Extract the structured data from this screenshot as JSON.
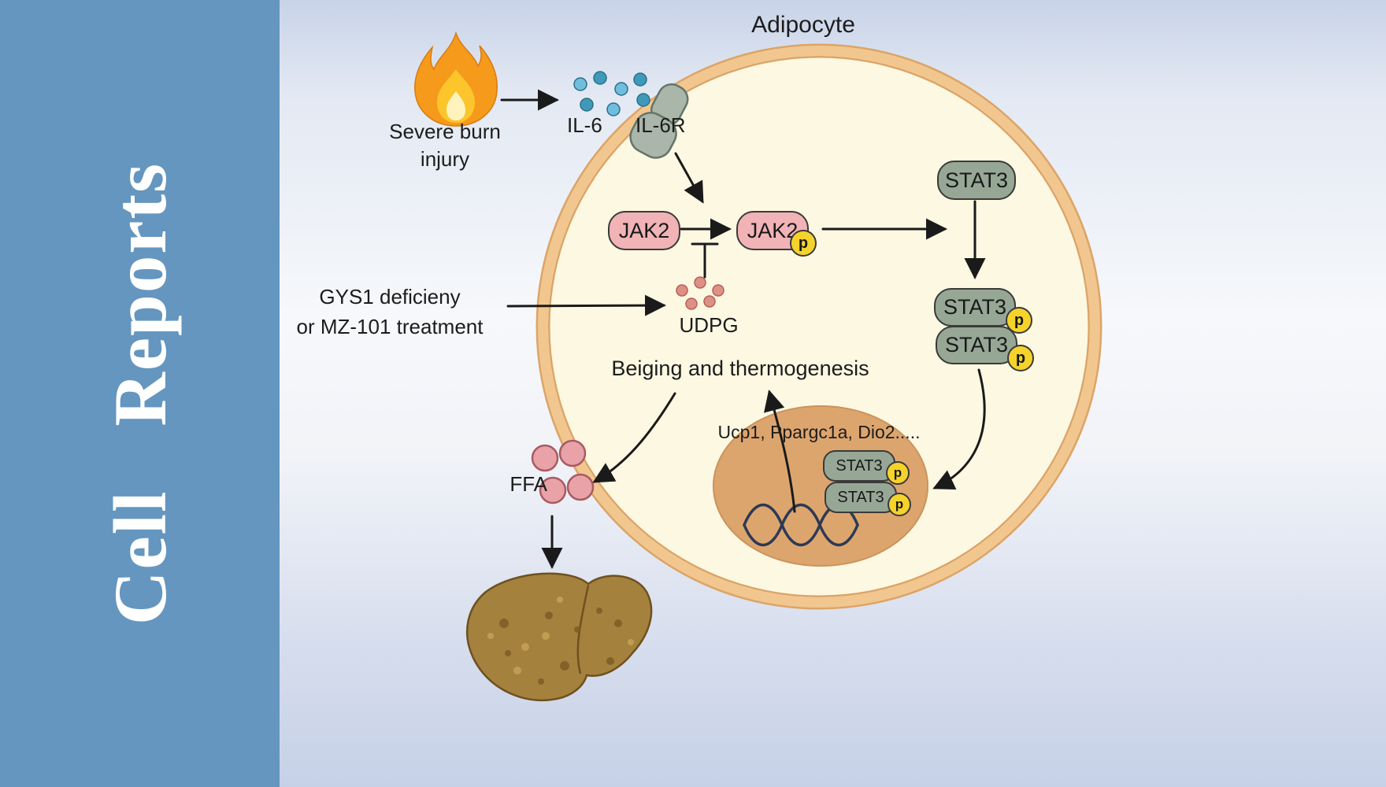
{
  "journal": {
    "name": "Cell Reports"
  },
  "cell": {
    "label": "Adipocyte"
  },
  "labels": {
    "severe_burn_line1": "Severe burn",
    "severe_burn_line2": "injury",
    "il6": "IL-6",
    "il6r": "IL-6R",
    "jak2": "JAK2",
    "phospho": "p",
    "stat3": "STAT3",
    "gys1_line1": "GYS1 deficieny",
    "gys1_line2": "or MZ-101 treatment",
    "udpg": "UDPG",
    "beiging": "Beiging and thermogenesis",
    "genes": "Ucp1, Ppargc1a, Dio2.....",
    "ffa": "FFA"
  },
  "colors": {
    "sidebar_blue": "#6496bf",
    "cell_fill": "#fdf8e2",
    "cell_rim": "#f1c78f",
    "jak2_pink": "#f1b3b6",
    "stat3_sage": "#97a795",
    "phospho_yellow": "#f6d32b",
    "nucleus_tan": "#dda56e",
    "il6_blue": "#4aa6c8",
    "udpg_red": "#d98a80",
    "ffa_pink": "#e9a3a8",
    "liver_brown": "#a5813e"
  }
}
